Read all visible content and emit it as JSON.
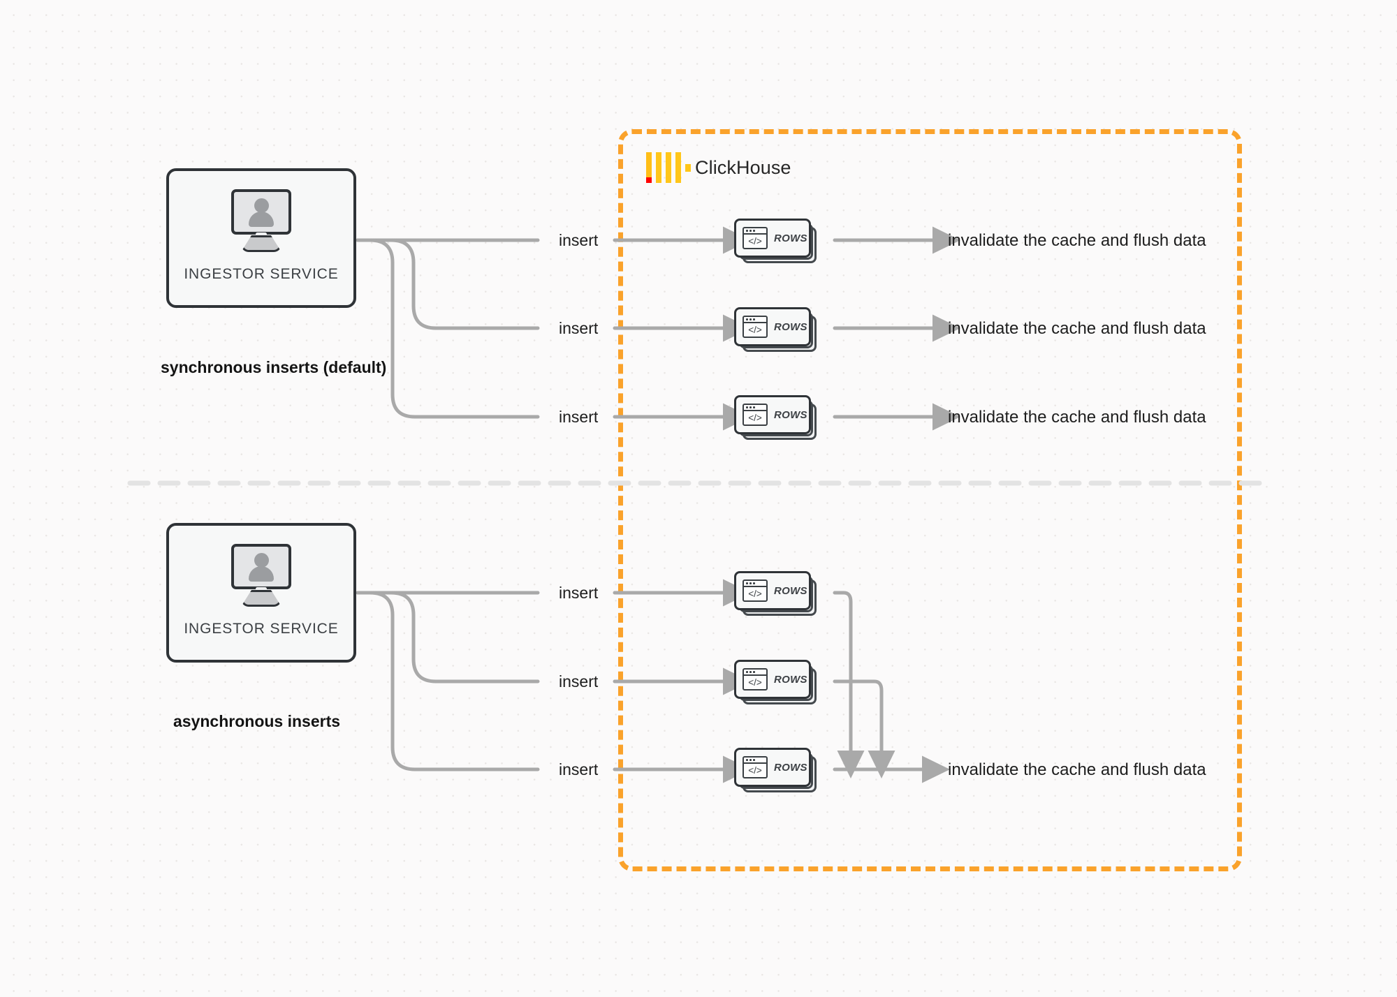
{
  "diagram": {
    "title": "ClickHouse synchronous vs asynchronous inserts",
    "background": "#fbfafa",
    "accent_orange": "#faa22b",
    "wire_gray": "#a9a9a9"
  },
  "clickhouse": {
    "name": "ClickHouse",
    "logo_icon": "clickhouse-logo-icon"
  },
  "groups": [
    {
      "id": "synchronous",
      "mode_label": "synchronous inserts (default)",
      "ingestor": {
        "label": "INGESTOR SERVICE",
        "icon": "monitor-user-icon"
      },
      "branches": [
        {
          "insert_label": "insert",
          "node_label": "ROWS",
          "node_icon": "code-window-icon",
          "result_label": "invalidate the cache and flush data"
        },
        {
          "insert_label": "insert",
          "node_label": "ROWS",
          "node_icon": "code-window-icon",
          "result_label": "invalidate the cache and flush data"
        },
        {
          "insert_label": "insert",
          "node_label": "ROWS",
          "node_icon": "code-window-icon",
          "result_label": "invalidate the cache and flush data"
        }
      ]
    },
    {
      "id": "asynchronous",
      "mode_label": "asynchronous inserts",
      "ingestor": {
        "label": "INGESTOR SERVICE",
        "icon": "monitor-user-icon"
      },
      "branches": [
        {
          "insert_label": "insert",
          "node_label": "ROWS",
          "node_icon": "code-window-icon"
        },
        {
          "insert_label": "insert",
          "node_label": "ROWS",
          "node_icon": "code-window-icon"
        },
        {
          "insert_label": "insert",
          "node_label": "ROWS",
          "node_icon": "code-window-icon"
        }
      ],
      "merged_result_label": "invalidate the cache and flush data"
    }
  ]
}
